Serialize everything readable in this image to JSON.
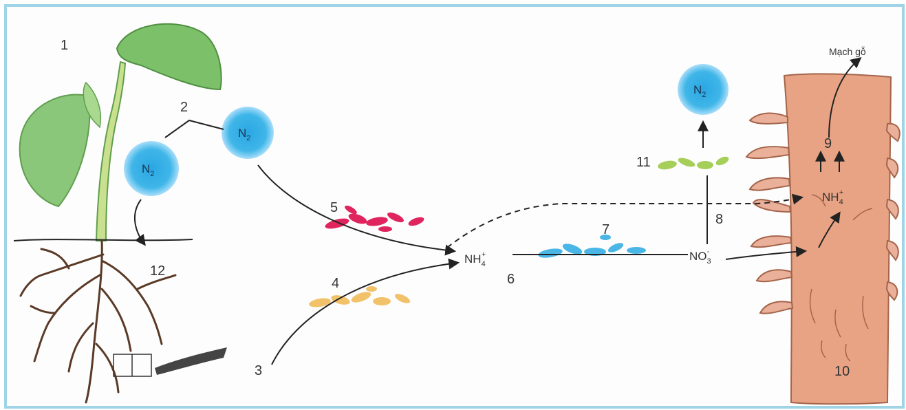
{
  "labels": {
    "n1": "1",
    "n2": "2",
    "n3": "3",
    "n4": "4",
    "n5": "5",
    "n6": "6",
    "n7": "7",
    "n8": "8",
    "n9": "9",
    "n10": "10",
    "n11": "11",
    "n12": "12"
  },
  "molecules": {
    "n2_left": {
      "base": "N",
      "sub": "2"
    },
    "n2_center": {
      "base": "N",
      "sub": "2"
    },
    "n2_top": {
      "base": "N",
      "sub": "2"
    }
  },
  "ions": {
    "ammonium": {
      "base": "NH",
      "sub": "4",
      "sup": "+"
    },
    "nitrate": {
      "base": "NO",
      "sub": "3",
      "sup": "-"
    },
    "ammonium_root": {
      "base": "NH",
      "sub": "4",
      "sup": "+"
    }
  },
  "root_vessel_label": "Mạch gỗ",
  "colors": {
    "frame": "#9fd3e6",
    "molecule": "#3fb6e8",
    "bacteria_red": "#e0245e",
    "bacteria_blue": "#49b6e6",
    "bacteria_yellow": "#f2c26b",
    "bacteria_green": "#a6cf5a",
    "root": "#e8a385",
    "leaf": "#7cc06a"
  }
}
